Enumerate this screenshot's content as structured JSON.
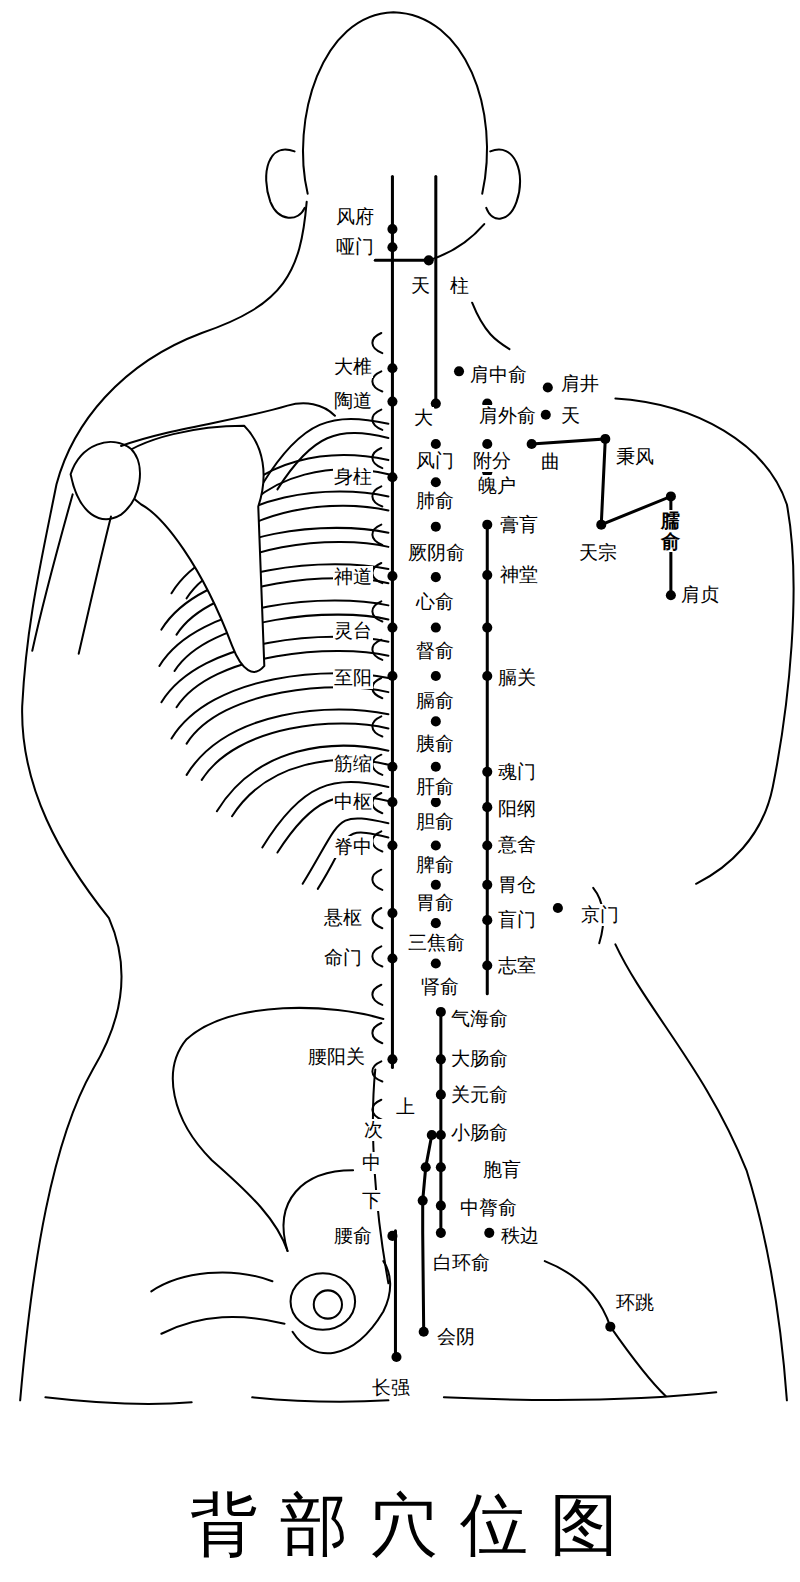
{
  "diagram": {
    "caption": "背部穴位图",
    "labels": [
      "风府",
      "哑门",
      "天",
      "柱",
      "大椎",
      "陶道",
      "肩中俞",
      "肩井",
      "大",
      "肩外俞",
      "天",
      "风门",
      "附分",
      "曲",
      "秉风",
      "身柱",
      "魄户",
      "肺俞",
      "膏肓",
      "天宗",
      "臑俞",
      "厥阴俞",
      "神堂",
      "神道",
      "心俞",
      "肩贞",
      "灵台",
      "督俞",
      "至阳",
      "膈关",
      "膈俞",
      "胰俞",
      "筋缩",
      "魂门",
      "肝俞",
      "中枢",
      "阳纲",
      "胆俞",
      "脊中",
      "意舍",
      "脾俞",
      "胃仓",
      "京门",
      "悬枢",
      "胃俞",
      "盲门",
      "三焦俞",
      "命门",
      "志室",
      "肾俞",
      "气海俞",
      "腰阳关",
      "大肠俞",
      "上",
      "关元俞",
      "次",
      "小肠俞",
      "中",
      "胞肓",
      "下",
      "中膂俞",
      "腰俞",
      "秩边",
      "白环俞",
      "环跳",
      "会阴",
      "长强"
    ]
  }
}
